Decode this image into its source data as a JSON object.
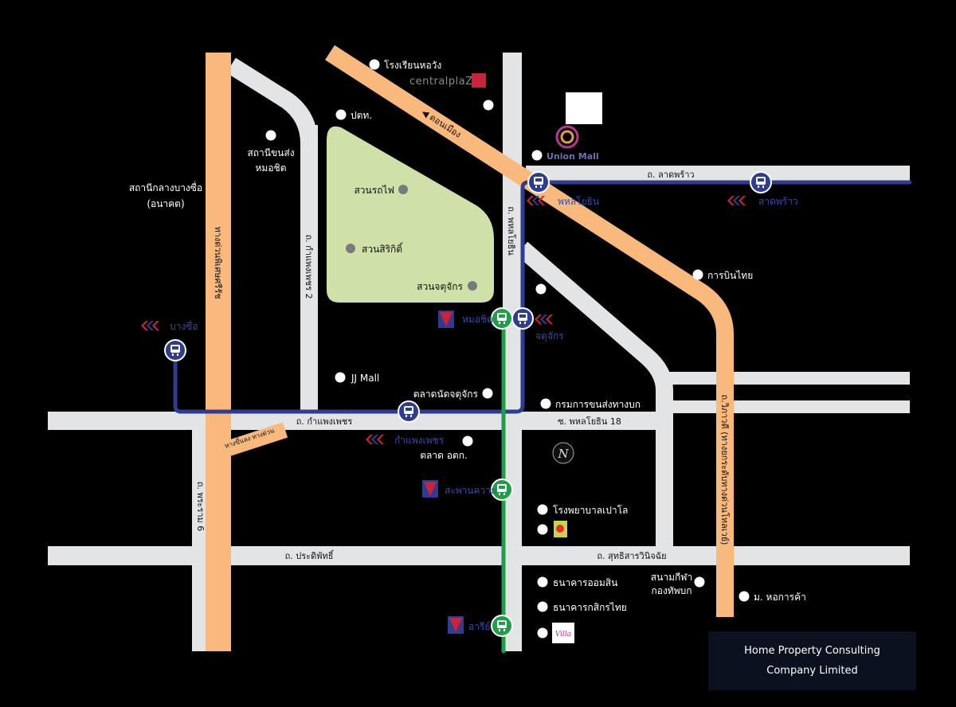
{
  "colors": {
    "background": "#000000",
    "road": "#e3e4e6",
    "expressway": "#f9b97c",
    "park": "#cfe0a9",
    "blue_line": "#2e3d90",
    "green_line": "#1f9d48",
    "srt_red": "#c8253c",
    "poi_white": "#ffffff",
    "poi_gray": "#7a7a7a"
  },
  "roads": {
    "kamphaeng_phet": "ถ. กำแพงเพชร",
    "kamphaeng_phet_2": "ถ. กำแพงเพชร 2",
    "phahonyothin": "ถ. พหลโยธิน",
    "lat_phrao": "ถ. ลาดพร้าว",
    "vibhavadi": "ถ.วิภาวดี (ทางยกระดับทางด่วนโทลเวย์)",
    "chaloem_mahanakhon": "ทางด่วนพิเศษศรีรัช",
    "phra_ram_6": "ถ. พระราม 6",
    "pradiphat": "ถ. ประดิพัทธิ์",
    "sutthisan": "ถ. สุทธิสารวินิจฉัย",
    "soi_18": "ซ. พหลโยธิน 18",
    "don_mueang": "◀ ดอนเมือง",
    "ramp": "ทางขึ้นลง ทางด่วน"
  },
  "parks": {
    "rot_fai": "สวนรถไฟ",
    "sirikit": "สวนสิริกิติ์",
    "chatuchak": "สวนจตุจักร"
  },
  "stations": {
    "bang_sue": "บางซื่อ",
    "kamphaeng_phet": "กำแพงเพชร",
    "chatuchak": "จตุจักร",
    "phahonyothin": "พหลโยธิน",
    "lat_phrao": "ลาดพร้าว",
    "mo_chit": "หมอชิต",
    "saphan_khwai": "สะพานควาย",
    "ari": "อารีย์"
  },
  "places": {
    "bang_sue_grand": [
      "สถานีกลางบางซื่อ",
      "(อนาคต)"
    ],
    "mo_chit_bus": [
      "สถานีขนส่ง",
      "หมอชิต"
    ],
    "horwang_school": "โรงเรียนหอวัง",
    "ptt": "ปตท.",
    "thai_airways": "การบินไทย",
    "jj_mall": "JJ Mall",
    "jj_market": "ตลาดนัดจตุจักร",
    "dlt": "กรมการขนส่งทางบก",
    "or_tor_kor": "ตลาด อตก.",
    "paolo_hospital": "โรงพยาบาลเปาโล",
    "gsb": "ธนาคารออมสิน",
    "kbank": "ธนาคารกสิกรไทย",
    "army_stadium": [
      "สนามกีฬา",
      "กองทัพบก"
    ],
    "utcc": "ม. หอการค้า"
  },
  "logos": {
    "central_plaza": "centralplaZa",
    "union_mall": "Union Mall",
    "n_logo": "N",
    "villa": "Villa"
  },
  "company": {
    "line1": "Home Property Consulting",
    "line2": "Company Limited"
  }
}
